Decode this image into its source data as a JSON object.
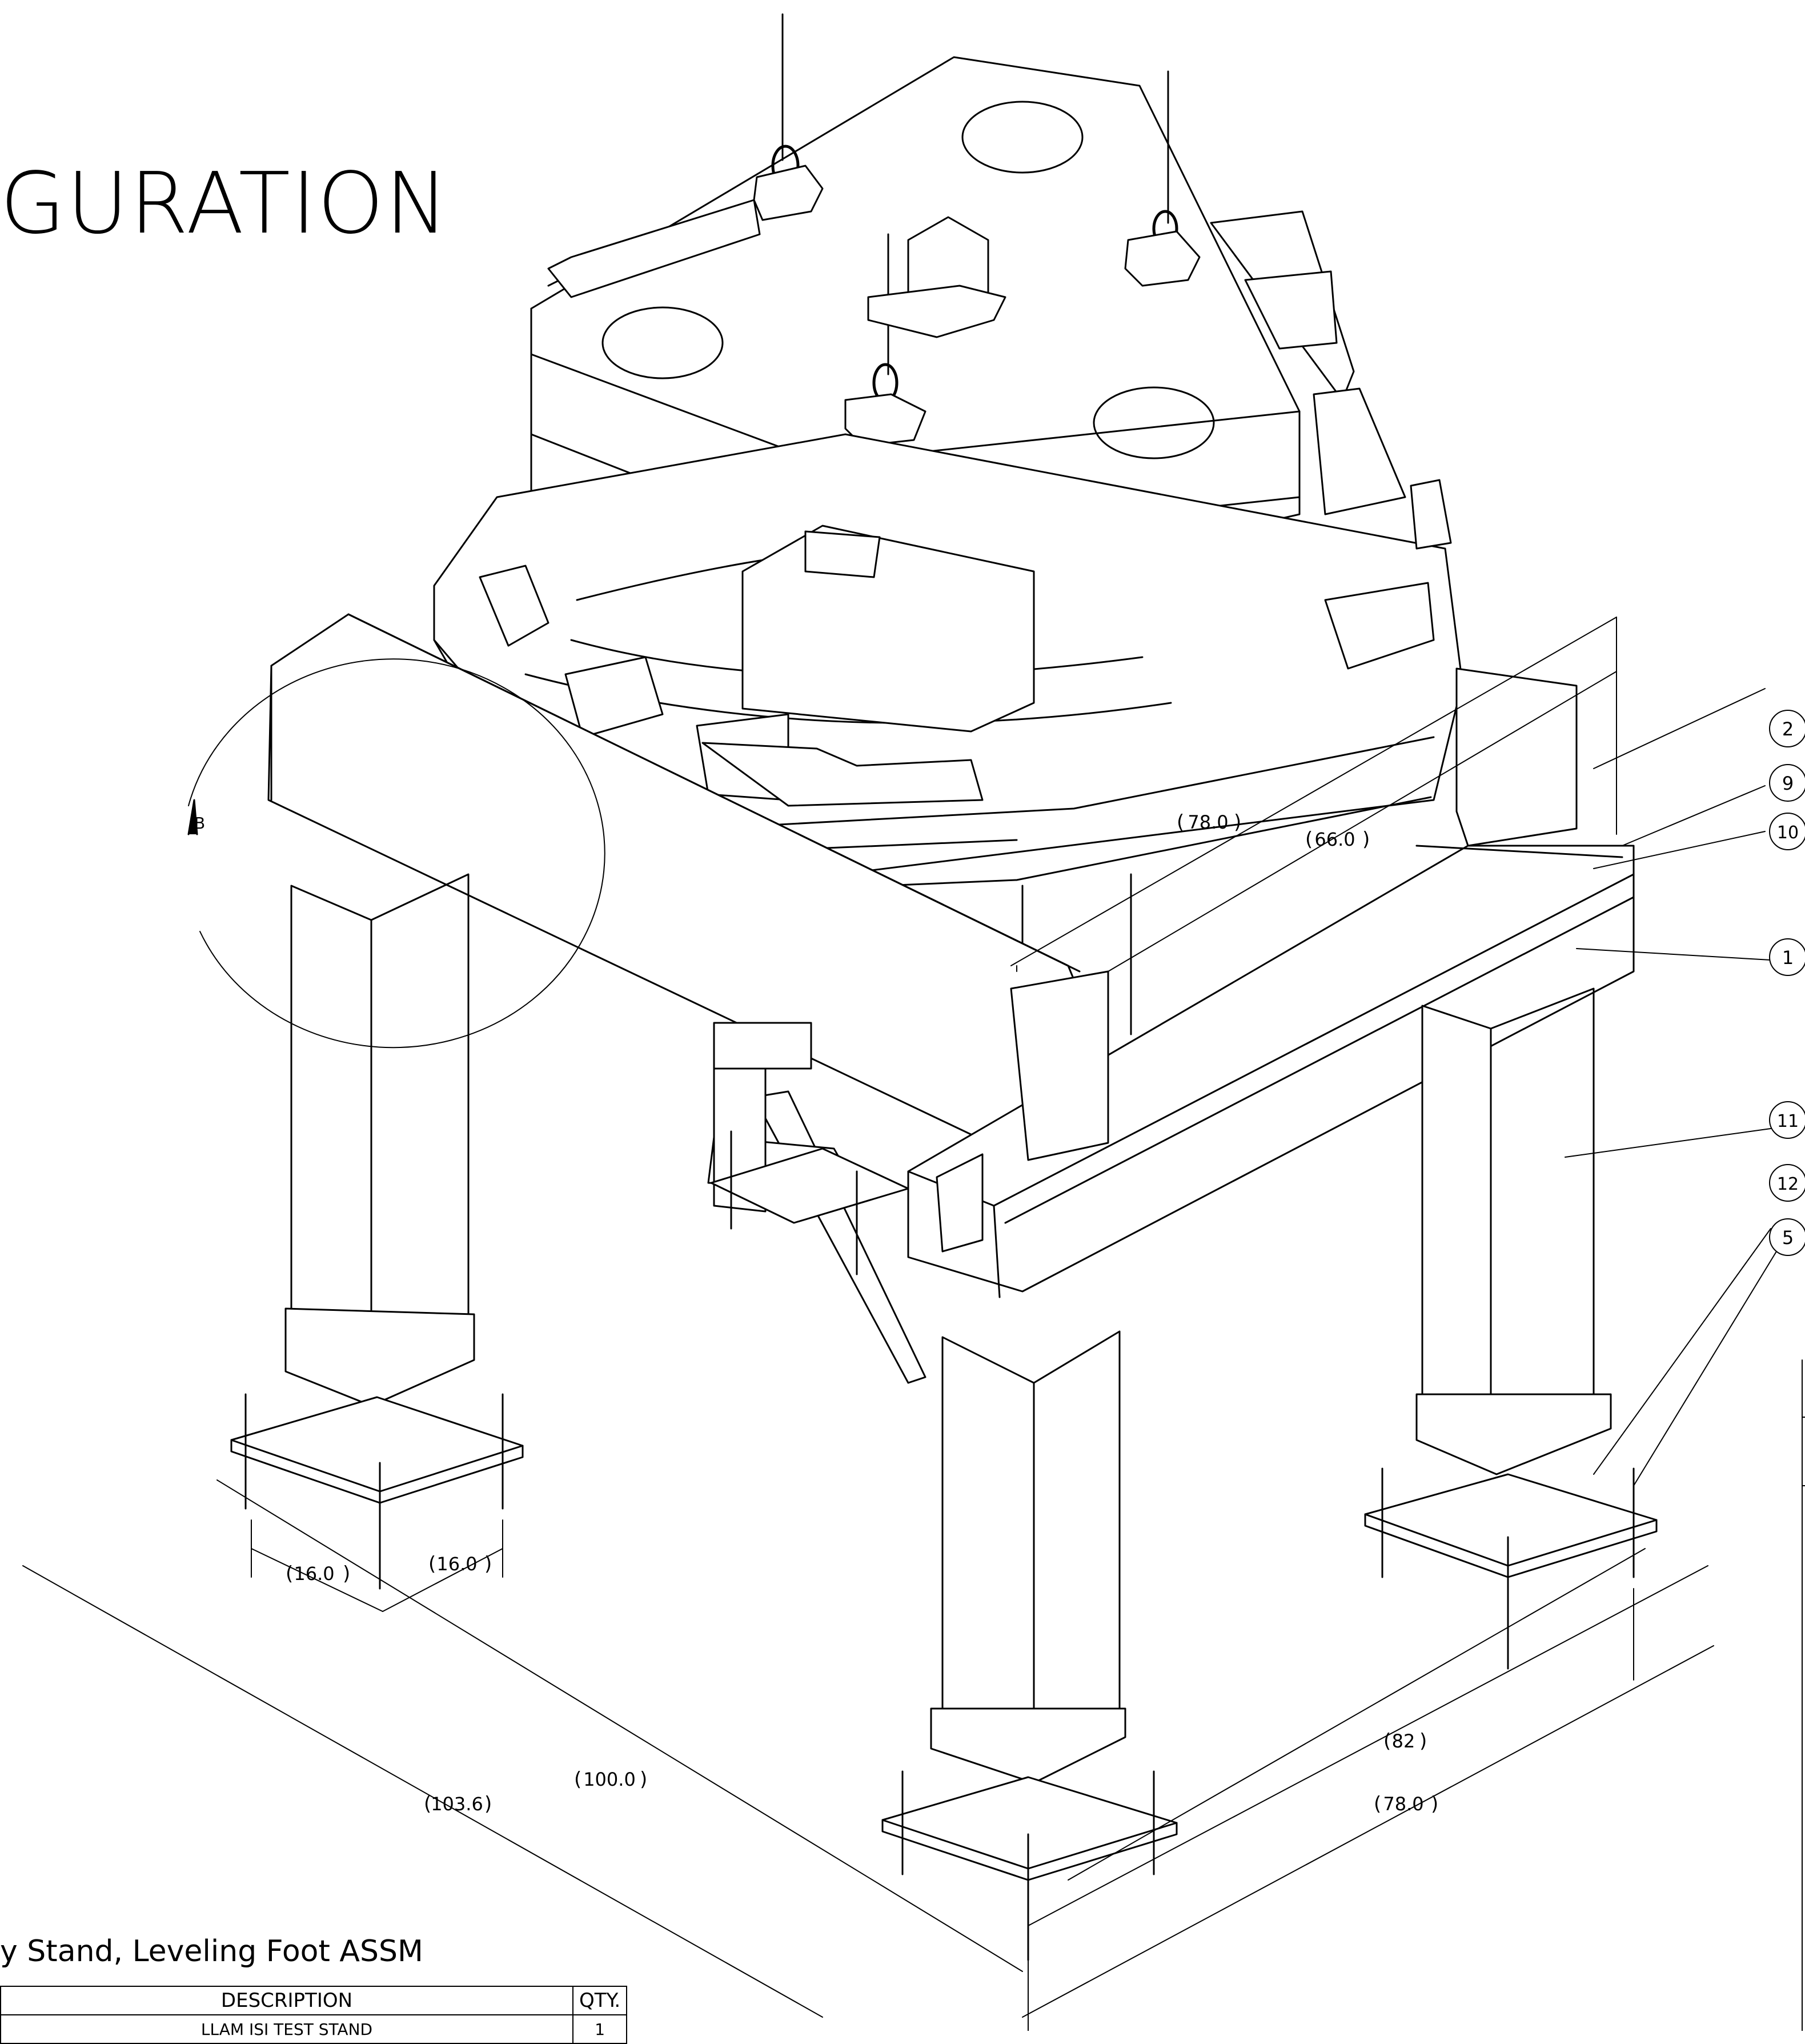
{
  "title": "GURATION",
  "subtitle": "y Stand, Leveling Foot ASSM",
  "balloons": [
    "2",
    "9",
    "10",
    "1",
    "11",
    "12",
    "5"
  ],
  "dimensions": {
    "d_78_0_top": "78.0",
    "d_66_0": "66.0",
    "d_16_0_left": "16.0",
    "d_16_0_right": "16.0",
    "d_100_0": "100.0",
    "d_103_6": "103.6",
    "d_82": "82",
    "d_78_0_bottom": "78.0"
  },
  "detail_label": "B",
  "bom": {
    "headers": {
      "description": "DESCRIPTION",
      "qty": "QTY."
    },
    "row1": {
      "description": "LLAM ISI TEST STAND",
      "qty": "1"
    }
  }
}
